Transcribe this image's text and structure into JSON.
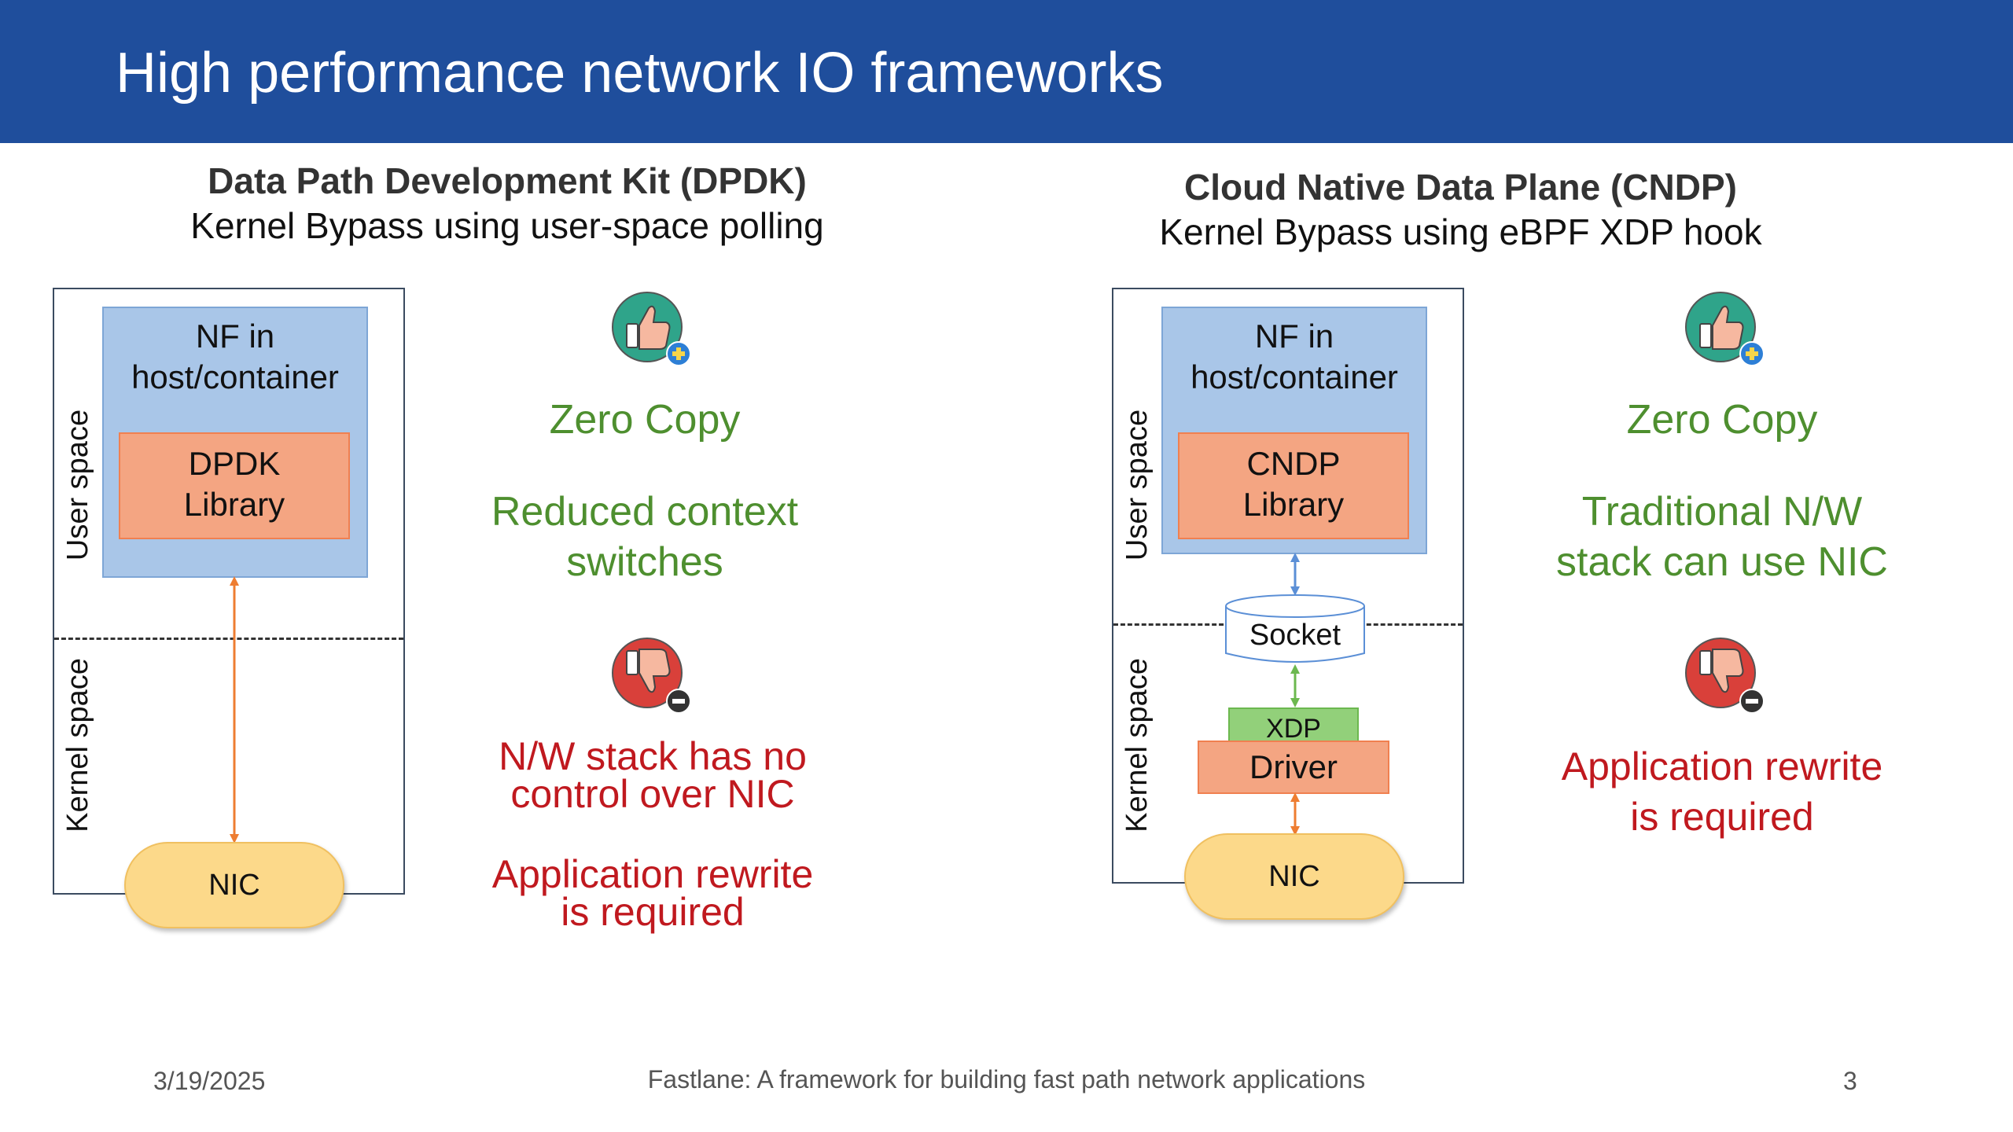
{
  "slide": {
    "title": "High performance network IO frameworks",
    "footer": {
      "date": "3/19/2025",
      "caption": "Fastlane: A framework for building fast path network applications",
      "page_number": "3"
    }
  },
  "dpdk": {
    "heading": "Data Path Development Kit (DPDK)",
    "subheading": "Kernel Bypass using user-space polling",
    "diagram": {
      "nf_line1": "NF in",
      "nf_line2": "host/container",
      "library_line1": "DPDK",
      "library_line2": "Library",
      "user_space_label": "User space",
      "kernel_space_label": "Kernel space",
      "nic_label": "NIC"
    },
    "pros": {
      "icon": "thumbs-up-plus-icon",
      "zero_copy": "Zero Copy",
      "point2_line1": "Reduced context",
      "point2_line2": "switches"
    },
    "cons": {
      "icon": "thumbs-down-minus-icon",
      "point1_line1": "N/W stack has no",
      "point1_line2": "control over NIC",
      "point2_line1": "Application rewrite",
      "point2_line2": "is required"
    }
  },
  "cndp": {
    "heading": "Cloud Native Data Plane (CNDP)",
    "subheading": "Kernel Bypass using eBPF XDP hook",
    "diagram": {
      "nf_line1": "NF in",
      "nf_line2": "host/container",
      "library_line1": "CNDP",
      "library_line2": "Library",
      "socket_label": "Socket",
      "xdp_label": "XDP",
      "driver_label": "Driver",
      "user_space_label": "User space",
      "kernel_space_label": "Kernel space",
      "nic_label": "NIC"
    },
    "pros": {
      "icon": "thumbs-up-plus-icon",
      "zero_copy": "Zero Copy",
      "point2_line1": "Traditional N/W",
      "point2_line2": "stack can use NIC"
    },
    "cons": {
      "icon": "thumbs-down-minus-icon",
      "point1_line1": "Application rewrite",
      "point1_line2": "is required"
    }
  },
  "colors": {
    "title_bar": "#1f4e9c",
    "pro_text": "#4e8f2f",
    "con_text": "#c0191f",
    "nf_box": "#a9c6e8",
    "library_box": "#f4a582",
    "nic": "#fcd98a",
    "xdp": "#92d07a",
    "arrow_orange": "#ee7d31",
    "arrow_blue": "#5b8fd6",
    "arrow_green": "#6cb84f",
    "thumbs_up_bg": "#2fa48a",
    "thumbs_down_bg": "#d9403a"
  }
}
